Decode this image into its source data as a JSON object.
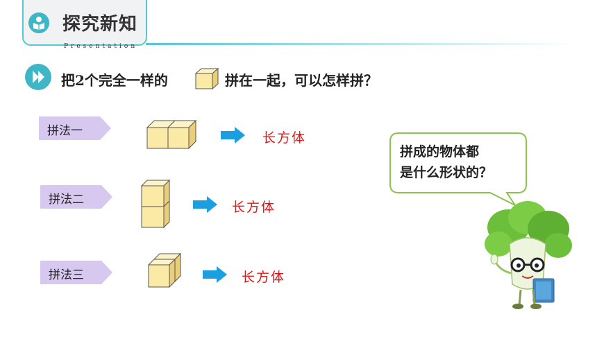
{
  "header": {
    "title": "探究新知",
    "subtitle": "Presentation"
  },
  "question": {
    "part1": "把2个完全一样的",
    "part2": "拼在一起，可以怎样拼？"
  },
  "methods": [
    {
      "label": "拼法一",
      "result": "长方体"
    },
    {
      "label": "拼法二",
      "result": "长方体"
    },
    {
      "label": "拼法三",
      "result": "长方体"
    }
  ],
  "speech_bubble": {
    "line1": "拼成的物体都",
    "line2": "是什么形状的？"
  },
  "colors": {
    "accent": "#3fb6c6",
    "method_tag": "#d6c8ee",
    "arrow": "#1b9fe0",
    "result": "#ee1111",
    "cube_face": "#fbe9a6",
    "bubble_border": "#8bc34a"
  },
  "icons": {
    "header": "book-reader-icon",
    "question": "play-arrows-icon",
    "arrow": "right-arrow-icon",
    "mascot": "cabbage-mascot"
  }
}
